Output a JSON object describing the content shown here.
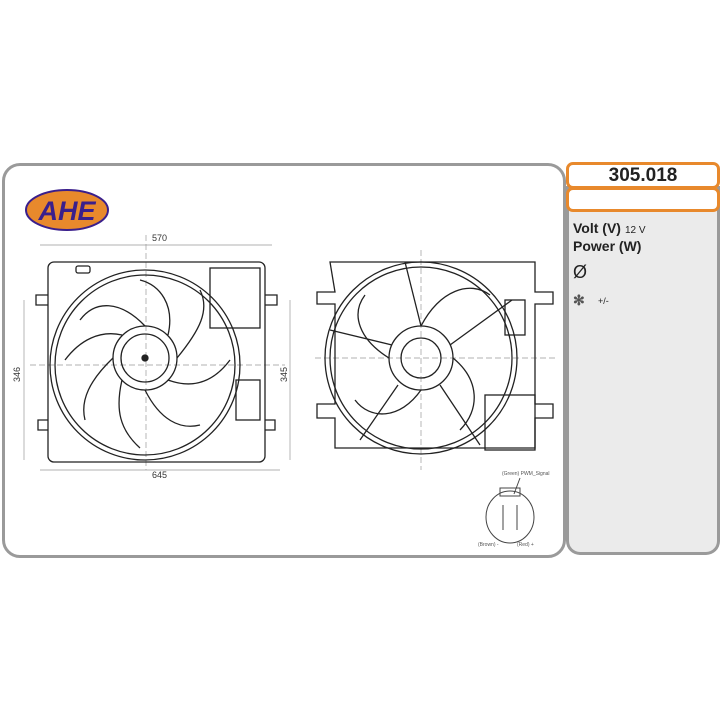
{
  "brand": {
    "logo_text": "AHE",
    "colors": {
      "oval": "#e8892c",
      "text": "#3a1f8c"
    }
  },
  "product": {
    "code": "305.018",
    "subtitle": ""
  },
  "specs": {
    "volt_label": "Volt (V)",
    "volt_value": "12 V",
    "power_label": "Power (W)",
    "diameter_icon": "diameter-icon",
    "diameter_symbol": "Ø",
    "rotation_icon": "fan-rotation-icon",
    "rotation_value": "+/-"
  },
  "dimensions": {
    "top_width": "570",
    "bottom_width": "645",
    "left_height": "346",
    "right_height": "345"
  },
  "connector": {
    "signal_label": "(Green) PWM_Signal",
    "neg_label": "(Brown) -",
    "pos_label": "(Red) +"
  },
  "colors": {
    "accent": "#e8892c",
    "panel_border": "#9a9a9a",
    "panel_bg": "#ebebeb"
  }
}
